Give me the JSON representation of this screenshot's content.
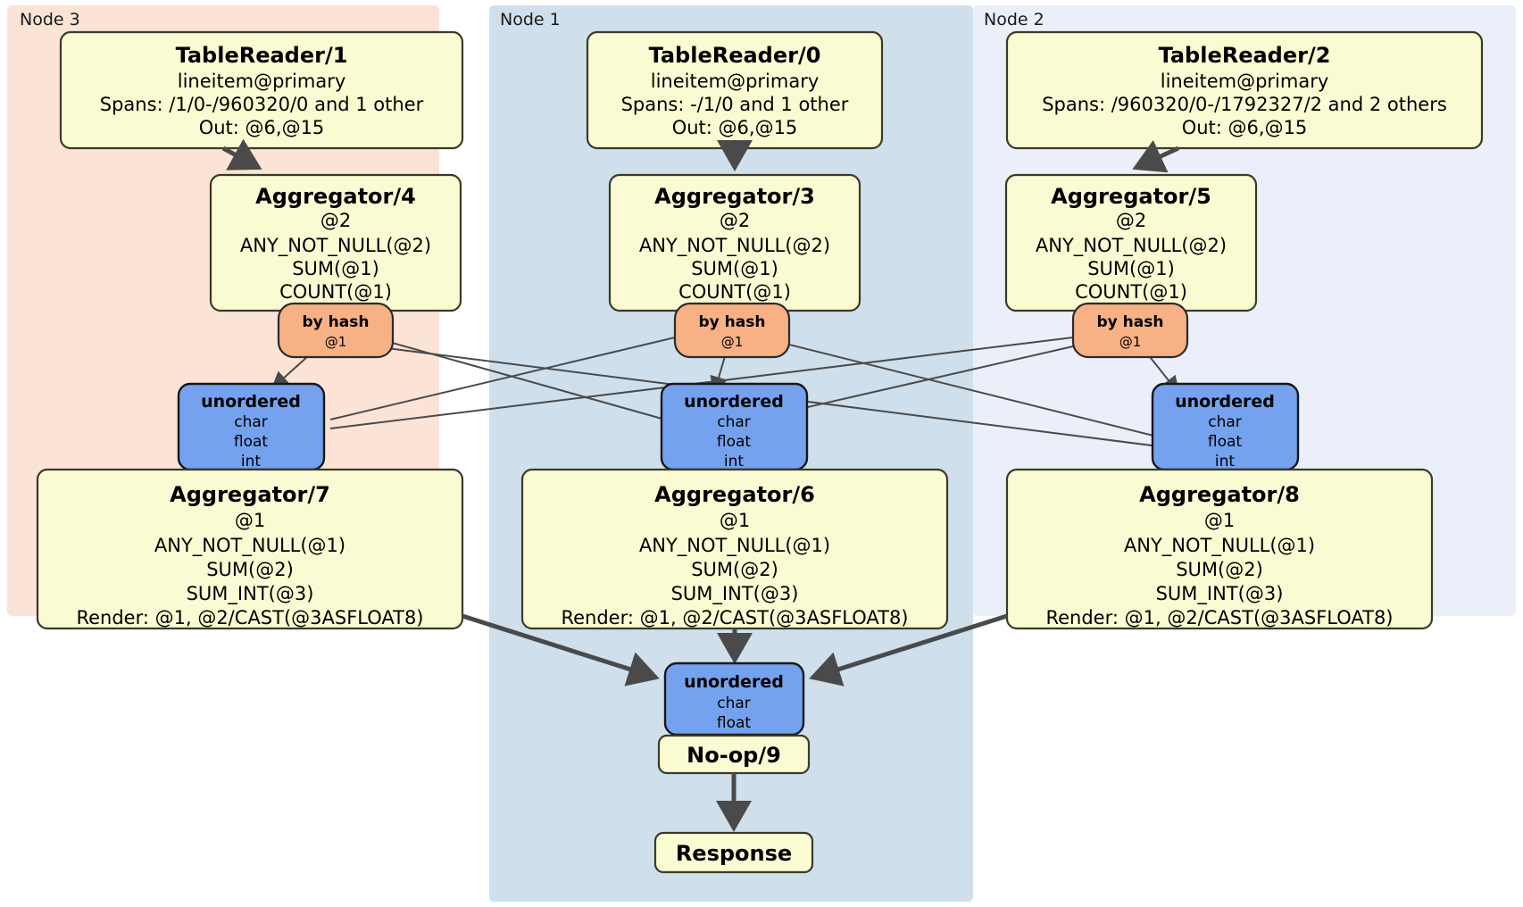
{
  "diagram": {
    "title": "Distributed SQL query plan",
    "colors": {
      "node3_panel": "#fbe3d6",
      "node1_panel": "#cfdfeb",
      "node2_panel": "#eaeffa",
      "processor_box": "#fbfbd3",
      "hash_router": "#f7b185",
      "synchronizer": "#74a2ee",
      "edge": "#4a4a4a"
    },
    "panels": [
      {
        "id": "node3",
        "label": "Node 3"
      },
      {
        "id": "node1",
        "label": "Node 1"
      },
      {
        "id": "node2",
        "label": "Node 2"
      }
    ],
    "processors": {
      "tablereader1": {
        "title": "TableReader/1",
        "lines": [
          "lineitem@primary",
          "Spans: /1/0-/960320/0 and 1 other",
          "Out: @6,@15"
        ]
      },
      "tablereader0": {
        "title": "TableReader/0",
        "lines": [
          "lineitem@primary",
          "Spans: -/1/0 and 1 other",
          "Out: @6,@15"
        ]
      },
      "tablereader2": {
        "title": "TableReader/2",
        "lines": [
          "lineitem@primary",
          "Spans: /960320/0-/1792327/2 and 2 others",
          "Out: @6,@15"
        ]
      },
      "aggregator4": {
        "title": "Aggregator/4",
        "lines": [
          "@2",
          "ANY_NOT_NULL(@2)",
          "SUM(@1)",
          "COUNT(@1)"
        ]
      },
      "aggregator3": {
        "title": "Aggregator/3",
        "lines": [
          "@2",
          "ANY_NOT_NULL(@2)",
          "SUM(@1)",
          "COUNT(@1)"
        ]
      },
      "aggregator5": {
        "title": "Aggregator/5",
        "lines": [
          "@2",
          "ANY_NOT_NULL(@2)",
          "SUM(@1)",
          "COUNT(@1)"
        ]
      },
      "aggregator7": {
        "title": "Aggregator/7",
        "lines": [
          "@1",
          "ANY_NOT_NULL(@1)",
          "SUM(@2)",
          "SUM_INT(@3)",
          "Render: @1, @2/CAST(@3ASFLOAT8)"
        ]
      },
      "aggregator6": {
        "title": "Aggregator/6",
        "lines": [
          "@1",
          "ANY_NOT_NULL(@1)",
          "SUM(@2)",
          "SUM_INT(@3)",
          "Render: @1, @2/CAST(@3ASFLOAT8)"
        ]
      },
      "aggregator8": {
        "title": "Aggregator/8",
        "lines": [
          "@1",
          "ANY_NOT_NULL(@1)",
          "SUM(@2)",
          "SUM_INT(@3)",
          "Render: @1, @2/CAST(@3ASFLOAT8)"
        ]
      },
      "noop9": {
        "title": "No-op/9",
        "lines": []
      },
      "response": {
        "title": "Response",
        "lines": []
      }
    },
    "routers": {
      "hash_left": {
        "title": "by hash",
        "lines": [
          "@1"
        ]
      },
      "hash_mid": {
        "title": "by hash",
        "lines": [
          "@1"
        ]
      },
      "hash_right": {
        "title": "by hash",
        "lines": [
          "@1"
        ]
      }
    },
    "synchronizers": {
      "sync_left": {
        "title": "unordered",
        "lines": [
          "char",
          "float",
          "int"
        ]
      },
      "sync_mid": {
        "title": "unordered",
        "lines": [
          "char",
          "float",
          "int"
        ]
      },
      "sync_right": {
        "title": "unordered",
        "lines": [
          "char",
          "float",
          "int"
        ]
      },
      "sync_final": {
        "title": "unordered",
        "lines": [
          "char",
          "float"
        ]
      }
    }
  }
}
